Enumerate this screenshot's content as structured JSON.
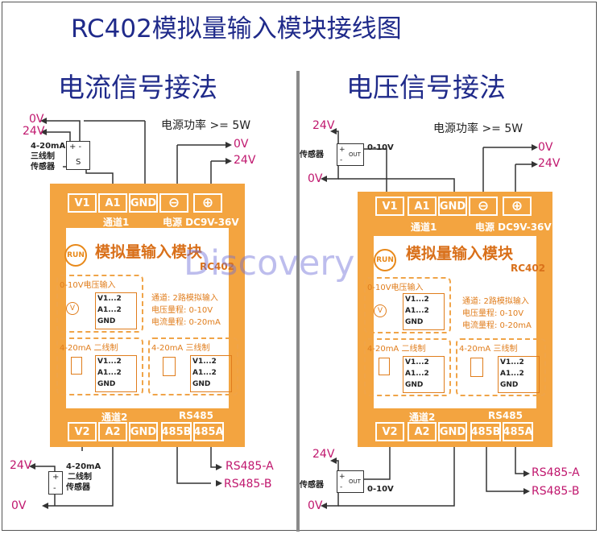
{
  "title": "RC402模拟量输入模块接线图",
  "left_section": "电流信号接法",
  "right_section": "电压信号接法",
  "power_note": "电源功率 >= 5W",
  "wire_labels": {
    "v0": "0V",
    "v24": "24V",
    "rs485a": "RS485-A",
    "rs485b": "RS485-B"
  },
  "sensor_labels": {
    "current_3wire": [
      "4-20mA",
      "三线制",
      "传感器"
    ],
    "current_2wire": [
      "4-20mA",
      "二线制",
      "传感器"
    ],
    "voltage": "传感器",
    "voltage_range": "0-10V",
    "out": "OUT"
  },
  "module": {
    "top_terminals": [
      "V1",
      "A1",
      "GND",
      "⊖",
      "⊕"
    ],
    "bottom_terminals": [
      "V2",
      "A2",
      "GND",
      "485B",
      "485A"
    ],
    "channel1_label": "通道1",
    "channel2_label": "通道2",
    "power_label": "电源 DC9V-36V",
    "rs485_label": "RS485",
    "run_badge": "RUN",
    "name": "模拟量输入模块",
    "model": "RC402",
    "box_voltage_title": "0-10V电压输入",
    "box_2wire_title": "4-20mA 二线制",
    "box_3wire_title": "4-20mA 三线制",
    "pin_v": "V1...2",
    "pin_a": "A1...2",
    "pin_gnd": "GND",
    "spec_lines": [
      "通道: 2路模拟输入",
      "电压量程: 0-10V",
      "电流量程: 0-20mA"
    ]
  },
  "watermark": "Discovery",
  "colors": {
    "module_orange": "#f3a440",
    "title_blue": "#1f2a8a",
    "wire_label_magenta": "#c0176e",
    "separator_gray": "#8a8a8a"
  }
}
